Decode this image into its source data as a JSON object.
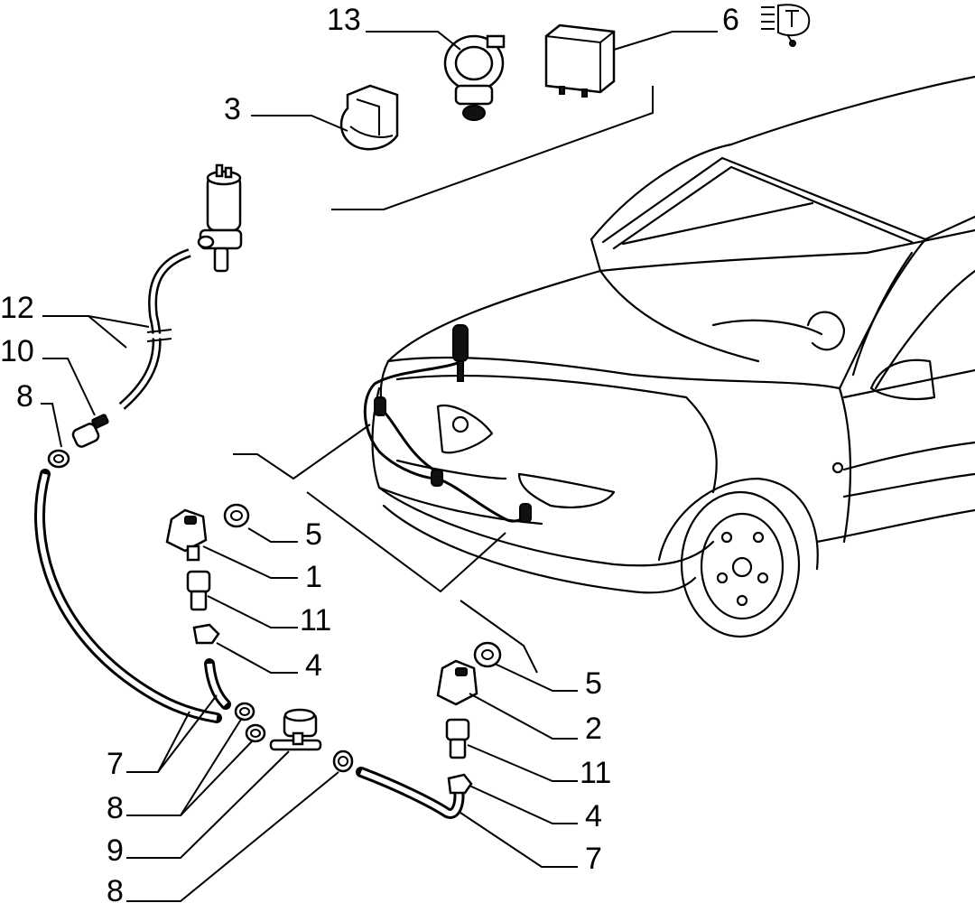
{
  "callouts": {
    "c13": "13",
    "c6": "6",
    "c3": "3",
    "c12": "12",
    "c10": "10",
    "c8a": "8",
    "c5a": "5",
    "c1": "1",
    "c11a": "11",
    "c4a": "4",
    "c5b": "5",
    "c2": "2",
    "c11b": "11",
    "c4b": "4",
    "c7a": "7",
    "c8b": "8",
    "c9": "9",
    "c8c": "8",
    "c7b": "7"
  },
  "icons": {
    "headlamp_washer_symbol": "headlamp-washer-icon"
  }
}
